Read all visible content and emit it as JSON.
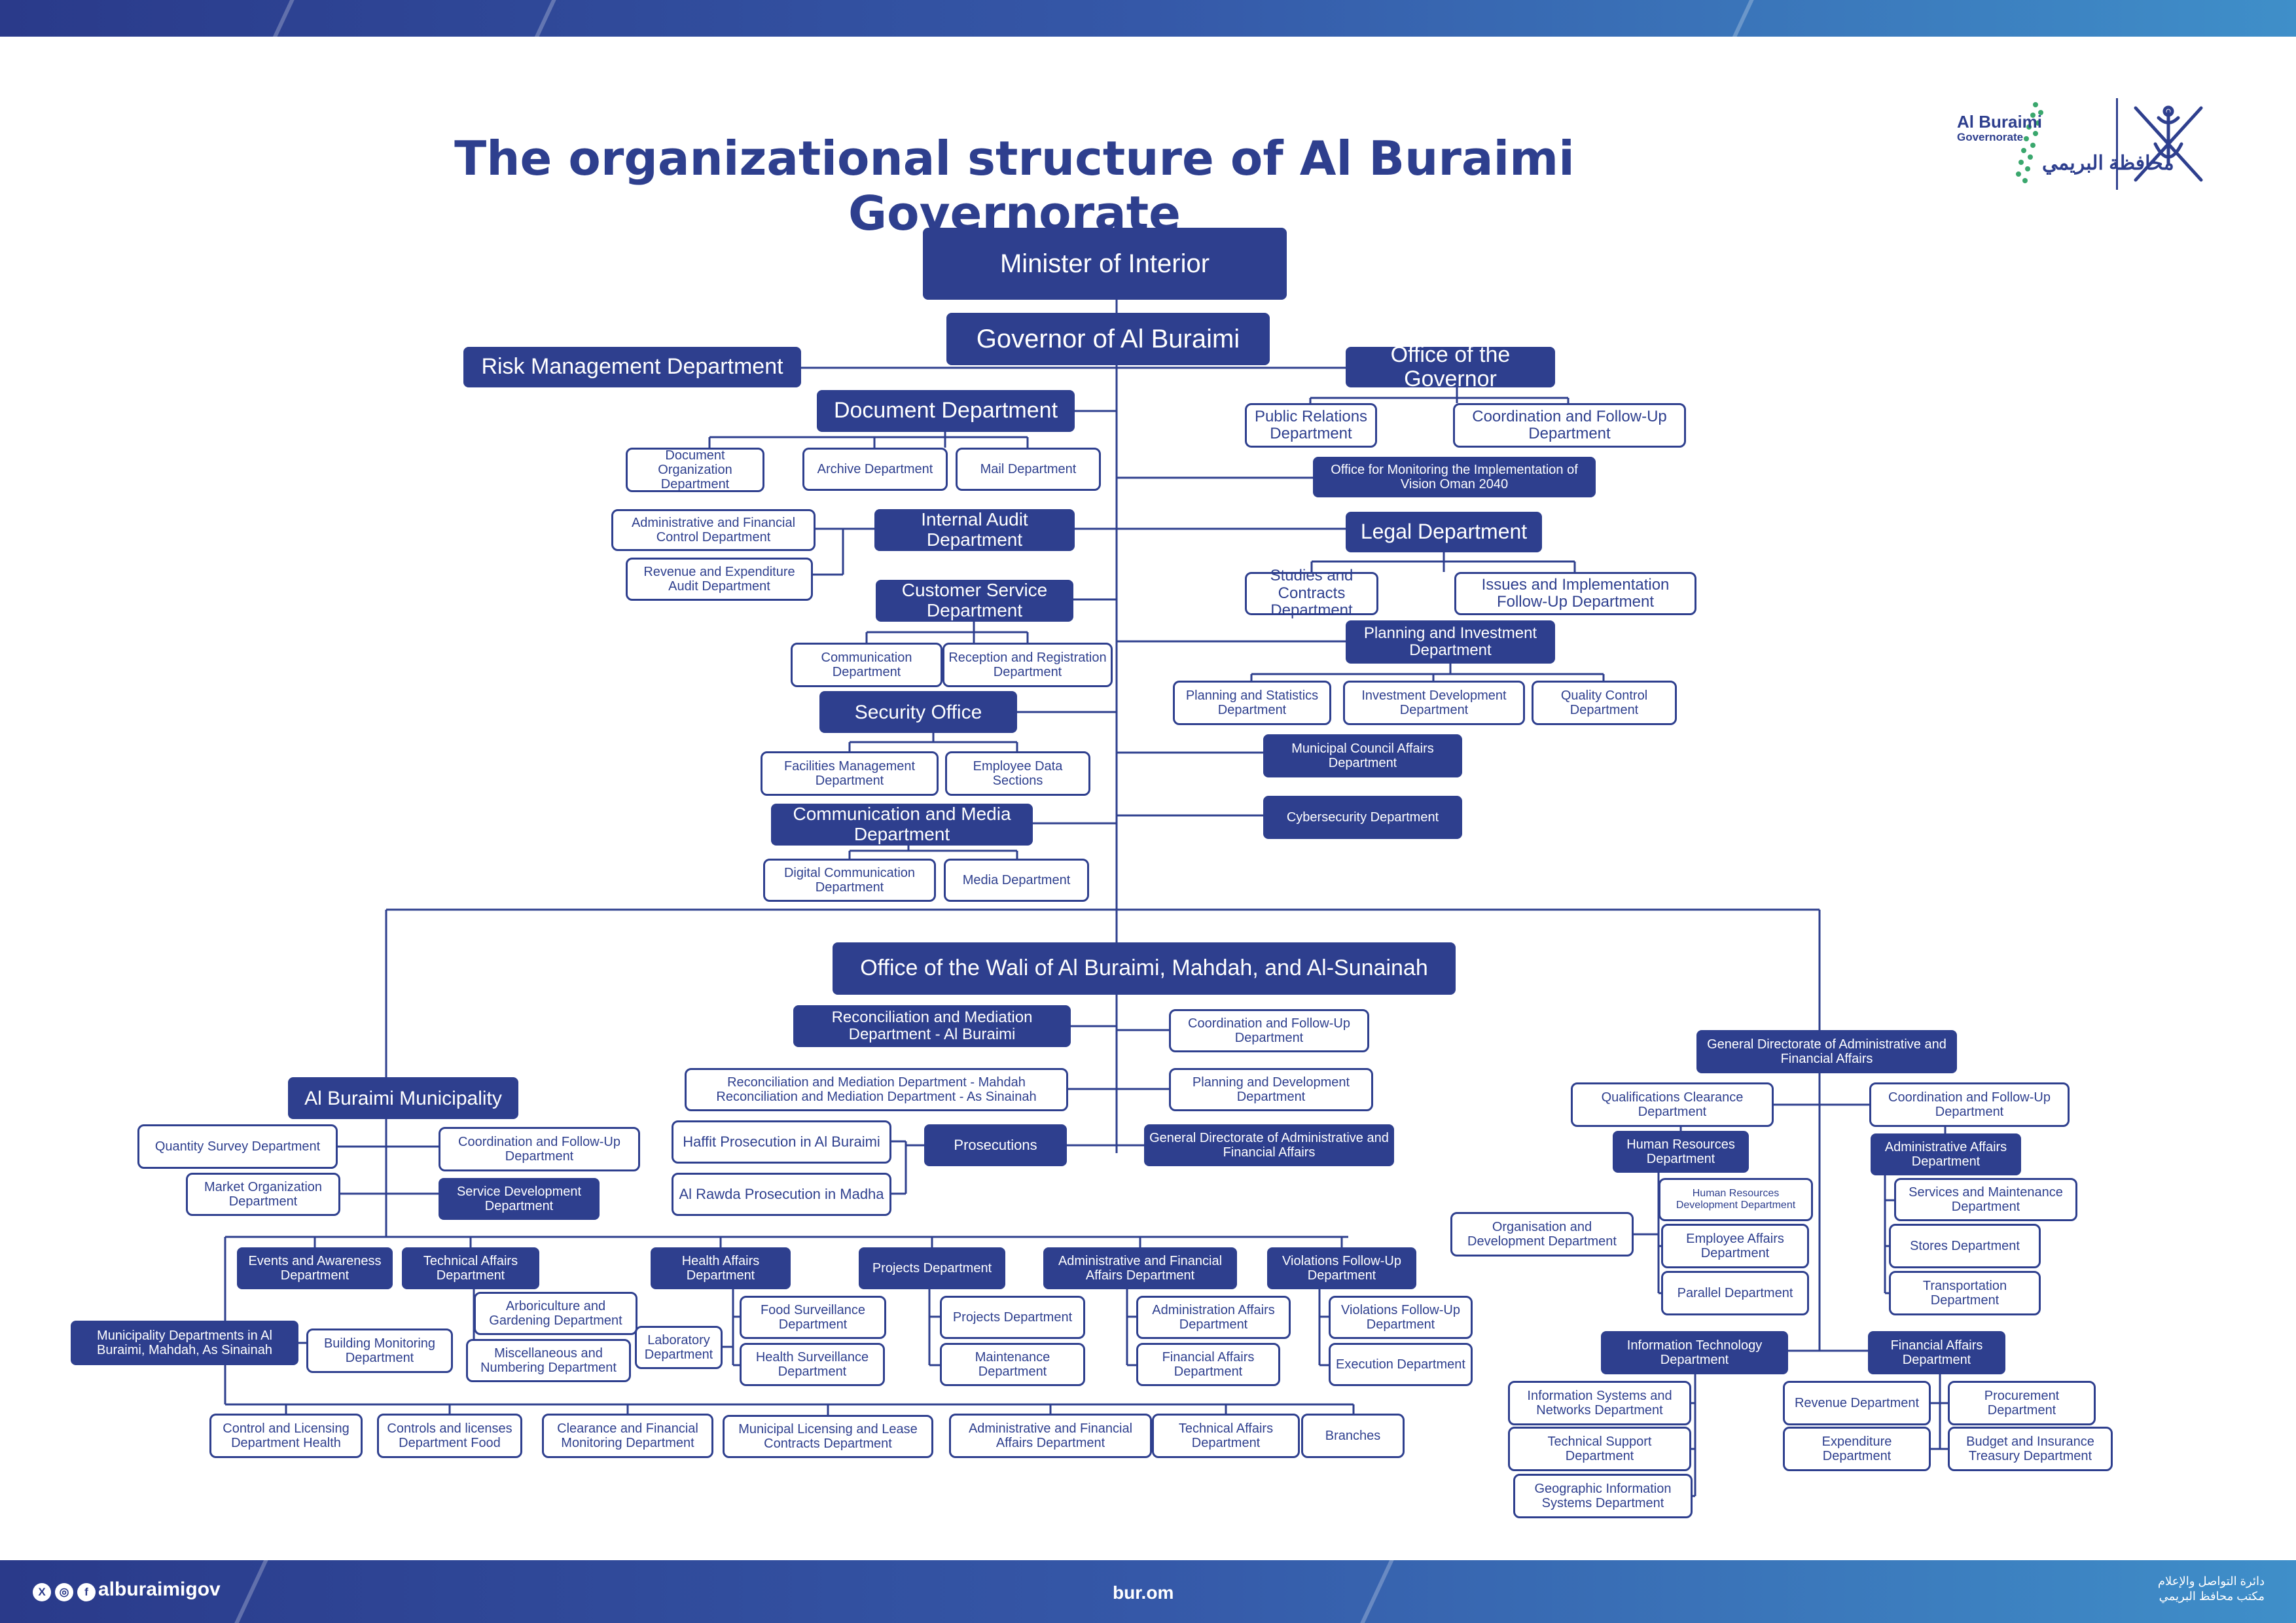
{
  "title": "The organizational structure of Al Buraimi Governorate",
  "logo": {
    "en_name": "Al Buraimi",
    "en_sub": "Governorate",
    "ar_name": "محافظة البريمي"
  },
  "footer": {
    "handle": "alburaimigov",
    "social_icons": [
      "x-icon",
      "instagram-icon",
      "facebook-icon"
    ],
    "url": "bur.om",
    "ar_line1": "دائرة التواصل والإعلام",
    "ar_line2": "مكتب محافظ البريمي"
  },
  "colors": {
    "primary": "#2e3f8e",
    "band_start": "#2a3a8a",
    "band_end": "#3f8fc9",
    "background": "#ffffff"
  },
  "nodes": [
    {
      "id": "minister",
      "label": "Minister of Interior",
      "style": "filled"
    },
    {
      "id": "governor",
      "label": "Governor of Al Buraimi",
      "style": "filled"
    },
    {
      "id": "risk",
      "label": "Risk Management Department",
      "style": "filled"
    },
    {
      "id": "office_gov",
      "label": "Office of the Governor",
      "style": "filled"
    },
    {
      "id": "doc",
      "label": "Document Department",
      "style": "filled"
    },
    {
      "id": "doc_org",
      "label": "Document Organization Department",
      "style": "outline"
    },
    {
      "id": "archive",
      "label": "Archive Department",
      "style": "outline"
    },
    {
      "id": "mail",
      "label": "Mail Department",
      "style": "outline"
    },
    {
      "id": "pr",
      "label": "Public Relations Department",
      "style": "outline"
    },
    {
      "id": "coord_gov",
      "label": "Coordination and Follow-Up Department",
      "style": "outline"
    },
    {
      "id": "vision",
      "label": "Office for Monitoring the Implementation of Vision Oman 2040",
      "style": "filled"
    },
    {
      "id": "audit",
      "label": "Internal Audit Department",
      "style": "filled"
    },
    {
      "id": "admin_fin_ctrl",
      "label": "Administrative and Financial Control Department",
      "style": "outline"
    },
    {
      "id": "rev_exp_audit",
      "label": "Revenue and Expenditure Audit Department",
      "style": "outline"
    },
    {
      "id": "legal",
      "label": "Legal Department",
      "style": "filled"
    },
    {
      "id": "studies",
      "label": "Studies and Contracts Department",
      "style": "outline"
    },
    {
      "id": "issues",
      "label": "Issues and Implementation Follow-Up Department",
      "style": "outline"
    },
    {
      "id": "cust",
      "label": "Customer Service Department",
      "style": "filled"
    },
    {
      "id": "comm_dept",
      "label": "Communication Department",
      "style": "outline"
    },
    {
      "id": "reception",
      "label": "Reception and Registration Department",
      "style": "outline"
    },
    {
      "id": "planning_inv",
      "label": "Planning and Investment Department",
      "style": "filled"
    },
    {
      "id": "plan_stat",
      "label": "Planning and Statistics Department",
      "style": "outline"
    },
    {
      "id": "inv_dev",
      "label": "Investment Development Department",
      "style": "outline"
    },
    {
      "id": "quality",
      "label": "Quality Control Department",
      "style": "outline"
    },
    {
      "id": "security",
      "label": "Security Office",
      "style": "filled"
    },
    {
      "id": "facilities",
      "label": "Facilities Management Department",
      "style": "outline"
    },
    {
      "id": "emp_data",
      "label": "Employee Data Sections",
      "style": "outline"
    },
    {
      "id": "muni_council",
      "label": "Municipal Council Affairs Department",
      "style": "filled"
    },
    {
      "id": "comm_media",
      "label": "Communication and Media Department",
      "style": "filled"
    },
    {
      "id": "cyber",
      "label": "Cybersecurity Department",
      "style": "filled"
    },
    {
      "id": "digital",
      "label": "Digital Communication Department",
      "style": "outline"
    },
    {
      "id": "media",
      "label": "Media Department",
      "style": "outline"
    },
    {
      "id": "wali",
      "label": "Office of the Wali of Al Buraimi, Mahdah, and Al-Sunainah",
      "style": "filled"
    },
    {
      "id": "recon_buraimi",
      "label": "Reconciliation and Mediation Department - Al Buraimi",
      "style": "filled"
    },
    {
      "id": "coord_wali",
      "label": "Coordination and Follow-Up Department",
      "style": "outline"
    },
    {
      "id": "recon_mahdah",
      "label": "Reconciliation and Mediation Department - Mahdah Reconciliation and Mediation Department - As Sinainah",
      "style": "outline"
    },
    {
      "id": "plan_dev_wali",
      "label": "Planning and Development Department",
      "style": "outline"
    },
    {
      "id": "haffit",
      "label": "Haffit Prosecution in Al Buraimi",
      "style": "outline"
    },
    {
      "id": "prosecutions",
      "label": "Prosecutions",
      "style": "filled"
    },
    {
      "id": "gd_admin_wali",
      "label": "General Directorate of Administrative and Financial Affairs",
      "style": "filled"
    },
    {
      "id": "rawda",
      "label": "Al Rawda Prosecution in Madha",
      "style": "outline"
    },
    {
      "id": "municipality",
      "label": "Al Buraimi Municipality",
      "style": "filled"
    },
    {
      "id": "qty_survey",
      "label": "Quantity Survey Department",
      "style": "outline"
    },
    {
      "id": "coord_muni",
      "label": "Coordination and Follow-Up Department",
      "style": "outline"
    },
    {
      "id": "market",
      "label": "Market Organization Department",
      "style": "outline"
    },
    {
      "id": "service_dev",
      "label": "Service Development Department",
      "style": "filled"
    },
    {
      "id": "events",
      "label": "Events and Awareness Department",
      "style": "filled"
    },
    {
      "id": "tech_aff",
      "label": "Technical Affairs Department",
      "style": "filled"
    },
    {
      "id": "health_aff",
      "label": "Health Affairs Department",
      "style": "filled"
    },
    {
      "id": "projects",
      "label": "Projects Department",
      "style": "filled"
    },
    {
      "id": "admin_fin_muni",
      "label": "Administrative and Financial Affairs Department",
      "style": "filled"
    },
    {
      "id": "violations",
      "label": "Violations Follow-Up Department",
      "style": "filled"
    },
    {
      "id": "arbor",
      "label": "Arboriculture and Gardening Department",
      "style": "outline"
    },
    {
      "id": "misc_num",
      "label": "Miscellaneous and Numbering Department",
      "style": "outline"
    },
    {
      "id": "building_mon",
      "label": "Building Monitoring Department",
      "style": "outline"
    },
    {
      "id": "muni_depts",
      "label": "Municipality Departments in Al Buraimi, Mahdah, As Sinainah",
      "style": "filled"
    },
    {
      "id": "food_surv",
      "label": "Food Surveillance Department",
      "style": "outline"
    },
    {
      "id": "health_surv",
      "label": "Health Surveillance Department",
      "style": "outline"
    },
    {
      "id": "lab",
      "label": "Laboratory Department",
      "style": "outline"
    },
    {
      "id": "projects_sub",
      "label": "Projects Department",
      "style": "outline"
    },
    {
      "id": "maintenance",
      "label": "Maintenance Department",
      "style": "outline"
    },
    {
      "id": "admin_aff_sub",
      "label": "Administration Affairs Department",
      "style": "outline"
    },
    {
      "id": "fin_aff_sub",
      "label": "Financial Affairs Department",
      "style": "outline"
    },
    {
      "id": "viol_sub",
      "label": "Violations Follow-Up Department",
      "style": "outline"
    },
    {
      "id": "execution",
      "label": "Execution Department",
      "style": "outline"
    },
    {
      "id": "ctrl_health",
      "label": "Control and Licensing Department Health",
      "style": "outline"
    },
    {
      "id": "ctrl_food",
      "label": "Controls and licenses Department Food",
      "style": "outline"
    },
    {
      "id": "clearance",
      "label": "Clearance and Financial Monitoring Department",
      "style": "outline"
    },
    {
      "id": "licensing",
      "label": "Municipal Licensing and Lease Contracts Department",
      "style": "outline"
    },
    {
      "id": "admin_fin_bottom",
      "label": "Administrative and Financial Affairs Department",
      "style": "outline"
    },
    {
      "id": "tech_bottom",
      "label": "Technical Affairs Department",
      "style": "outline"
    },
    {
      "id": "branches",
      "label": "Branches",
      "style": "outline"
    },
    {
      "id": "gd_right",
      "label": "General Directorate of Administrative and Financial Affairs",
      "style": "filled"
    },
    {
      "id": "qual_clear",
      "label": "Qualifications Clearance Department",
      "style": "outline"
    },
    {
      "id": "coord_right",
      "label": "Coordination and Follow-Up Department",
      "style": "outline"
    },
    {
      "id": "hr",
      "label": "Human Resources Department",
      "style": "filled"
    },
    {
      "id": "admin_aff_right",
      "label": "Administrative Affairs Department",
      "style": "filled"
    },
    {
      "id": "hr_dev",
      "label": "Human Resources Development Department",
      "style": "outline"
    },
    {
      "id": "services_maint",
      "label": "Services and Maintenance Department",
      "style": "outline"
    },
    {
      "id": "org_dev",
      "label": "Organisation and Development Department",
      "style": "outline"
    },
    {
      "id": "emp_aff",
      "label": "Employee Affairs Department",
      "style": "outline"
    },
    {
      "id": "stores",
      "label": "Stores Department",
      "style": "outline"
    },
    {
      "id": "parallel",
      "label": "Parallel Department",
      "style": "outline"
    },
    {
      "id": "transport",
      "label": "Transportation Department",
      "style": "outline"
    },
    {
      "id": "it",
      "label": "Information Technology Department",
      "style": "filled"
    },
    {
      "id": "fin_aff_right",
      "label": "Financial Affairs Department",
      "style": "filled"
    },
    {
      "id": "info_sys",
      "label": "Information Systems and Networks Department",
      "style": "outline"
    },
    {
      "id": "revenue",
      "label": "Revenue Department",
      "style": "outline"
    },
    {
      "id": "procurement",
      "label": "Procurement Department",
      "style": "outline"
    },
    {
      "id": "tech_support",
      "label": "Technical Support Department",
      "style": "outline"
    },
    {
      "id": "expenditure",
      "label": "Expenditure Department",
      "style": "outline"
    },
    {
      "id": "budget",
      "label": "Budget and Insurance Treasury Department",
      "style": "outline"
    },
    {
      "id": "gis",
      "label": "Geographic Information Systems Department",
      "style": "outline"
    }
  ]
}
